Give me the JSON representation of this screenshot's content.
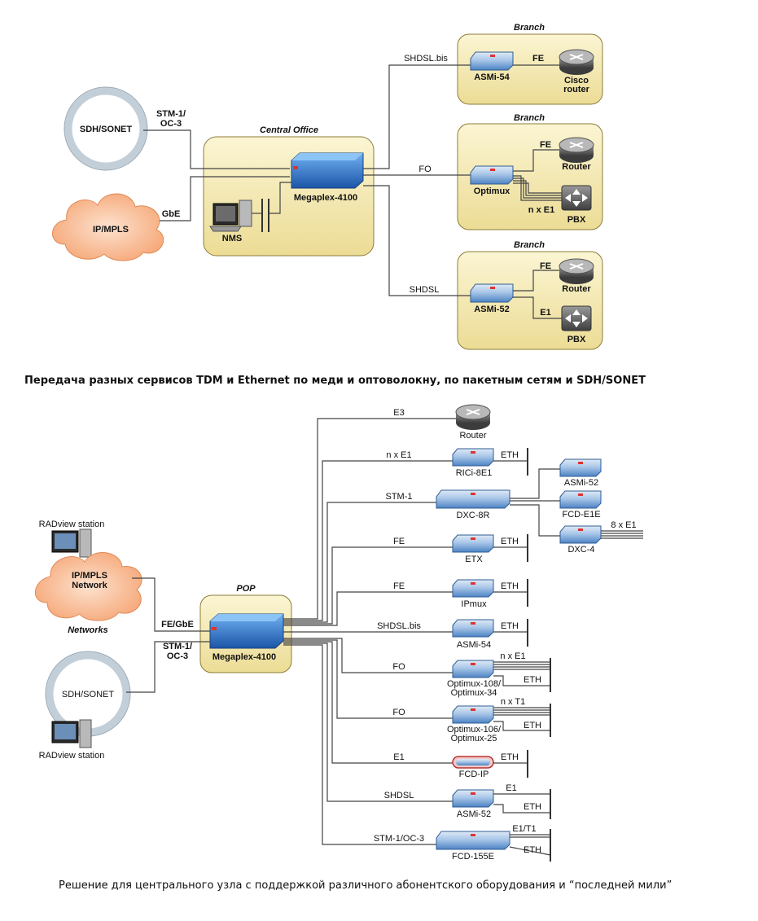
{
  "diagram1": {
    "central_office_title": "Central Office",
    "branch_title": "Branch",
    "sdh_sonet": "SDH/SONET",
    "ip_mpls": "IP/MPLS",
    "stm1_line1": "STM-1/",
    "stm1_line2": "OC-3",
    "gbe": "GbE",
    "megaplex": "Megaplex-4100",
    "nms": "NMS",
    "shdsl_bis": "SHDSL.bis",
    "fo": "FO",
    "shdsl": "SHDSL",
    "branch1": {
      "device": "ASMi-54",
      "link": "FE",
      "router_line1": "Cisco",
      "router_line2": "router"
    },
    "branch2": {
      "device": "Optimux",
      "fe": "FE",
      "router": "Router",
      "ne1": "n x E1",
      "pbx": "PBX"
    },
    "branch3": {
      "device": "ASMi-52",
      "fe": "FE",
      "router": "Router",
      "e1": "E1",
      "pbx": "PBX"
    }
  },
  "caption1": "Передача разных сервисов TDM и Ethernet по меди и оптоволокну, по пакетным сетям и SDH/SONET",
  "diagram2": {
    "pop_title": "POP",
    "megaplex": "Megaplex-4100",
    "radview1": "RADview station",
    "ipmpls_line1": "IP/MPLS",
    "ipmpls_line2": "Network",
    "networks": "Networks",
    "sdh_sonet": "SDH/SONET",
    "radview2": "RADview station",
    "fe_gbe": "FE/GbE",
    "stm1_line1": "STM-1/",
    "stm1_line2": "OC-3",
    "branches": [
      {
        "link": "E3",
        "device": "Router",
        "port": ""
      },
      {
        "link": "n x E1",
        "device": "RICi-8E1",
        "port": "ETH"
      },
      {
        "link": "STM-1",
        "device": "DXC-8R",
        "port": ""
      },
      {
        "link": "FE",
        "device": "ETX",
        "port": "ETH"
      },
      {
        "link": "FE",
        "device": "IPmux",
        "port": "ETH"
      },
      {
        "link": "SHDSL.bis",
        "device": "ASMi-54",
        "port": "ETH"
      },
      {
        "link": "FO",
        "device": "Optimux-108/",
        "device2": "Optimux-34",
        "port": "n x E1",
        "port2": "ETH"
      },
      {
        "link": "FO",
        "device": "Optimux-106/",
        "device2": "Optimux-25",
        "port": "n x T1",
        "port2": "ETH"
      },
      {
        "link": "E1",
        "device": "FCD-IP",
        "port": "ETH"
      },
      {
        "link": "SHDSL",
        "device": "ASMi-52",
        "port": "E1",
        "port2": "ETH"
      },
      {
        "link": "STM-1/OC-3",
        "device": "FCD-155E",
        "port": "E1/T1",
        "port2": "ETH"
      }
    ],
    "dxc_sub": {
      "asmi52": "ASMi-52",
      "fcde1e": "FCD-E1E",
      "dxc4": "DXC-4",
      "e1x8": "8 x E1"
    }
  },
  "caption2": "Решение для центрального узла с поддержкой различного абонентского оборудования и “последней мили”",
  "colors": {
    "box_fill": "#f4eab4",
    "box_stroke": "#8c7d3a",
    "device_blue": "#3a7fd0",
    "ring": "#c8d3dc",
    "cloud": "#f8b98e"
  }
}
